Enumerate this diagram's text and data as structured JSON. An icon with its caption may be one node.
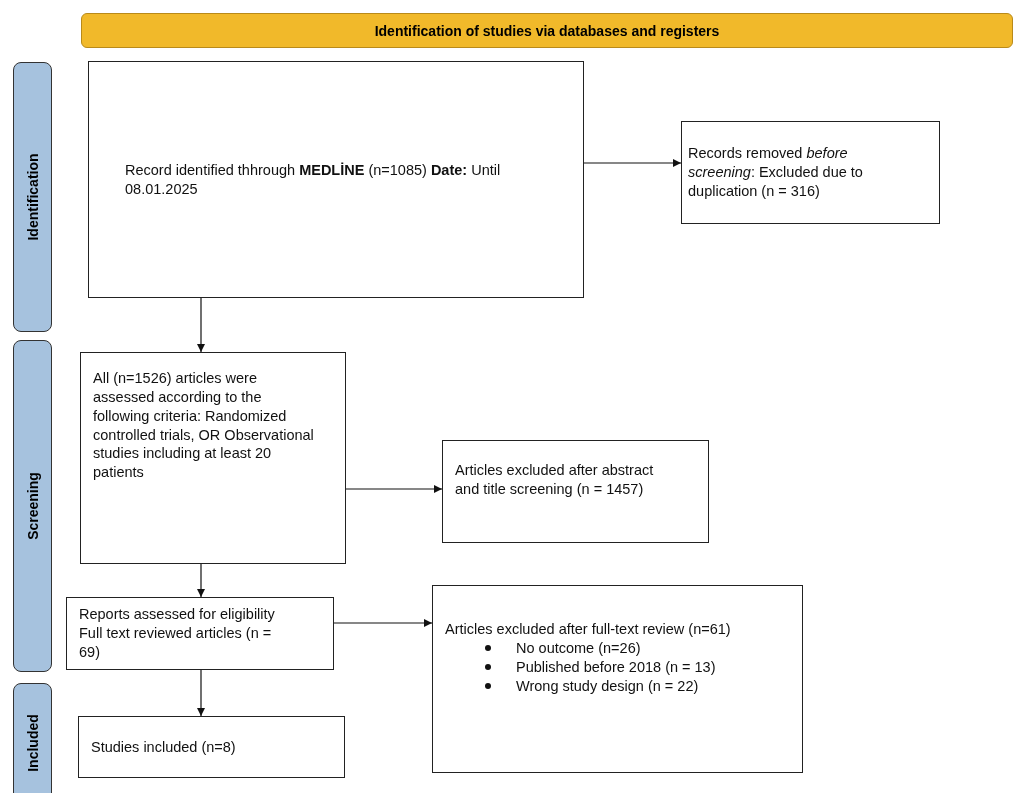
{
  "diagram": {
    "nodes": [
      {
        "text": [
          "Identification of studies via databases and registers"
        ]
      },
      {
        "text": [
          "Identification"
        ]
      },
      {
        "text": [
          "Screening"
        ]
      },
      {
        "text": [
          "Included"
        ]
      },
      {
        "text": [
          "Record identified thhrough **MEDLİNE** (n=1085) **Date:**  Until 08.01.2025"
        ]
      },
      {
        "text": [
          "Records removed *before screening*: Excluded due to duplication (n = 316)"
        ]
      },
      {
        "text": [
          "All (n=1526) articles were assessed according to the following criteria: Randomized controlled trials, OR Observational studies including at least 20 patients"
        ]
      },
      {
        "text": [
          "Articles excluded after abstract and title screening (n = 1457)"
        ]
      },
      {
        "text": [
          "Reports assessed for eligibility Full text reviewed articles (n = 69)"
        ]
      },
      {
        "text": [
          "Articles excluded after full-text review (n=61)",
          "No outcome (n=26)",
          "Published before 2018  (n = 13)",
          "Wrong study design  (n = 22)"
        ]
      },
      {
        "text": [
          "Studies included (n=8)"
        ]
      }
    ],
    "edges": [
      {
        "from": 4,
        "to": 5,
        "arrow": "to"
      },
      {
        "from": 4,
        "to": 6,
        "arrow": "to"
      },
      {
        "from": 6,
        "to": 7,
        "arrow": "to"
      },
      {
        "from": 6,
        "to": 8,
        "arrow": "to"
      },
      {
        "from": 8,
        "to": 9,
        "arrow": "to"
      },
      {
        "from": 8,
        "to": 10,
        "arrow": "to"
      }
    ]
  }
}
